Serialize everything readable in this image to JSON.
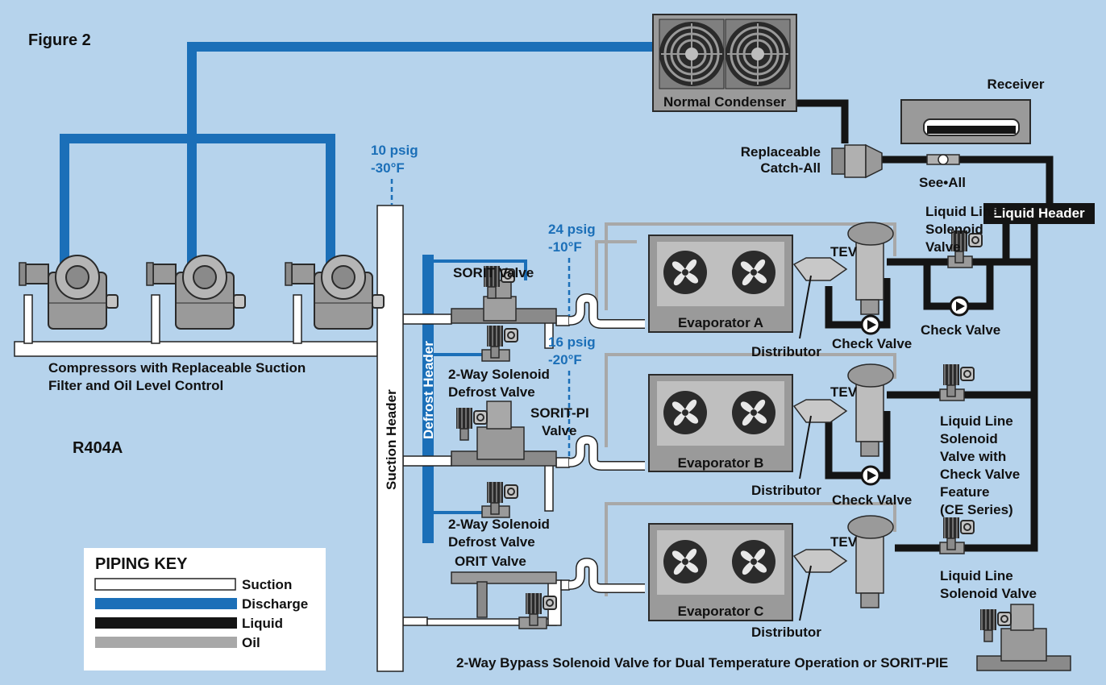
{
  "figure_label": "Figure 2",
  "refrigerant": "R404A",
  "colors": {
    "background": "#b6d3ec",
    "suction": "#ffffff",
    "discharge": "#1b6fb8",
    "liquid": "#141414",
    "oil": "#a8a8a8",
    "equipment": "#9a9a9a"
  },
  "labels": {
    "normal_condenser": "Normal Condenser",
    "receiver": "Receiver",
    "replaceable_catch_all_1": "Replaceable",
    "replaceable_catch_all_2": "Catch-All",
    "see_all": "See•All",
    "liquid_header": "Liquid Header",
    "suction_header": "Suction Header",
    "defrost_header": "Defrost Header",
    "sorit_valve": "SORIT Valve",
    "sorit_pi_1": "SORIT-PI",
    "sorit_pi_2": "Valve",
    "orit_valve": "ORIT Valve",
    "two_way_defrost_a_1": "2-Way Solenoid",
    "two_way_defrost_a_2": "Defrost Valve",
    "two_way_defrost_b_1": "2-Way Solenoid",
    "two_way_defrost_b_2": "Defrost Valve",
    "evaporator_a": "Evaporator A",
    "evaporator_b": "Evaporator B",
    "evaporator_c": "Evaporator C",
    "tev_a": "TEV",
    "tev_b": "TEV",
    "tev_c": "TEV",
    "distributor_a": "Distributor",
    "distributor_b": "Distributor",
    "distributor_c": "Distributor",
    "check_valve_a_upper": "Check Valve",
    "check_valve_a_lower": "Check Valve",
    "check_valve_b": "Check Valve",
    "llsv_a_1": "Liquid Line",
    "llsv_a_2": "Solenoid",
    "llsv_a_3": "Valve",
    "llsv_b_1": "Liquid Line",
    "llsv_b_2": "Solenoid",
    "llsv_b_3": "Valve with",
    "llsv_b_4": "Check Valve",
    "llsv_b_5": "Feature",
    "llsv_b_6": "(CE Series)",
    "llsv_c_1": "Liquid Line",
    "llsv_c_2": "Solenoid Valve",
    "compressors_1": "Compressors with Replaceable Suction",
    "compressors_2": "Filter and Oil Level Control",
    "bypass": "2-Way Bypass Solenoid Valve for Dual Temperature Operation or SORIT-PIE",
    "p_header_1": "10 psig",
    "p_header_2": "-30°F",
    "p_a_1": "24 psig",
    "p_a_2": "-10°F",
    "p_b_1": "16 psig",
    "p_b_2": "-20°F"
  },
  "piping_key": {
    "title": "PIPING KEY",
    "items": [
      "Suction",
      "Discharge",
      "Liquid",
      "Oil"
    ]
  }
}
